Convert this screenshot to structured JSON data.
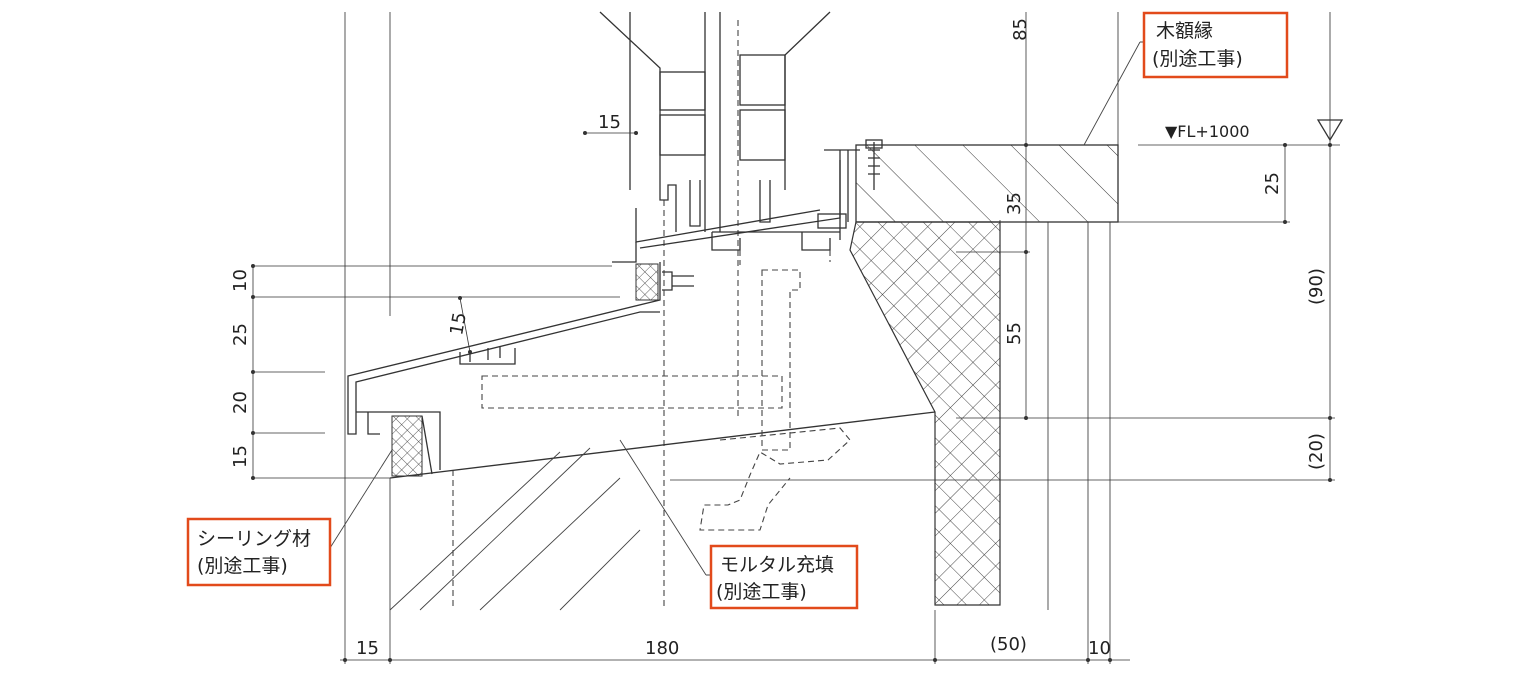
{
  "labels": {
    "wood_frame": "木額縁",
    "wood_frame_note": "(別途工事)",
    "sealing": "シーリング材",
    "sealing_note": "(別途工事)",
    "mortar": "モルタル充填",
    "mortar_note": "(別途工事)",
    "floor_level": "▼FL+1000"
  },
  "dimensions": {
    "top_cut": "85",
    "d15_top": "15",
    "d15_slope": "15",
    "d35": "35",
    "d55": "55",
    "d25_right": "25",
    "d90": "(90)",
    "d20_right": "(20)",
    "left_10": "10",
    "left_25": "25",
    "left_20": "20",
    "left_15": "15",
    "bottom_15": "15",
    "bottom_180": "180",
    "bottom_50": "(50)",
    "bottom_10": "10"
  },
  "colors": {
    "callout_border": "#e24a1b",
    "line": "#333333"
  }
}
